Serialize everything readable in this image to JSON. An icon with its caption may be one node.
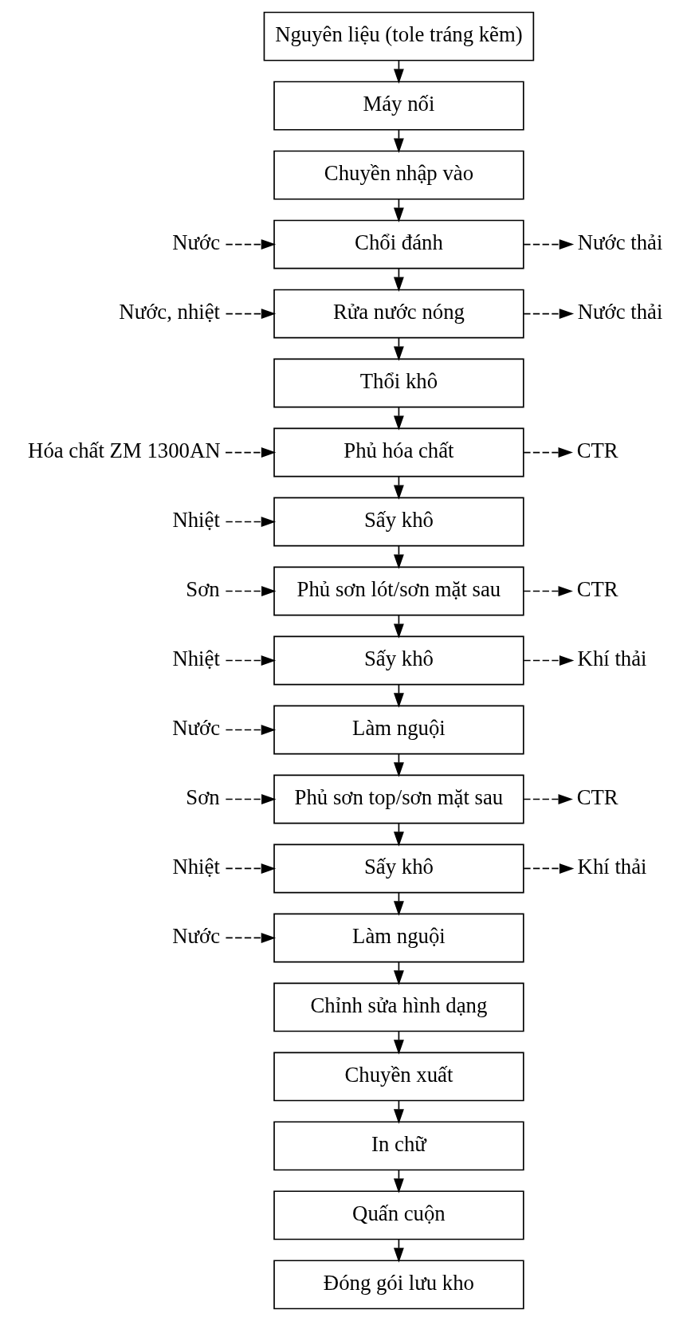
{
  "diagram": {
    "nodes": [
      {
        "text": [
          "Nguyên liệu (tole tráng kẽm)"
        ]
      },
      {
        "text": [
          "Máy nối"
        ]
      },
      {
        "text": [
          "Chuyền nhập vào"
        ]
      },
      {
        "text": [
          "Chổi đánh"
        ]
      },
      {
        "text": [
          "Rửa nước nóng"
        ]
      },
      {
        "text": [
          "Thổi khô"
        ]
      },
      {
        "text": [
          "Phủ hóa chất"
        ]
      },
      {
        "text": [
          "Sấy khô"
        ]
      },
      {
        "text": [
          "Phủ sơn lót/sơn mặt sau"
        ]
      },
      {
        "text": [
          "Sấy khô"
        ]
      },
      {
        "text": [
          "Làm nguội"
        ]
      },
      {
        "text": [
          "Phủ sơn top/sơn mặt sau"
        ]
      },
      {
        "text": [
          "Sấy khô"
        ]
      },
      {
        "text": [
          "Làm nguội"
        ]
      },
      {
        "text": [
          "Chỉnh sửa hình dạng"
        ]
      },
      {
        "text": [
          "Chuyền xuất"
        ]
      },
      {
        "text": [
          "In chữ"
        ]
      },
      {
        "text": [
          "Quấn cuộn"
        ]
      },
      {
        "text": [
          "Đóng gói lưu kho"
        ]
      },
      {
        "text": [
          "Nước"
        ]
      },
      {
        "text": [
          "Nước thải"
        ]
      },
      {
        "text": [
          "Nước, nhiệt"
        ]
      },
      {
        "text": [
          "Nước thải"
        ]
      },
      {
        "text": [
          "Hóa chất ZM 1300AN"
        ]
      },
      {
        "text": [
          "CTR"
        ]
      },
      {
        "text": [
          "Nhiệt"
        ]
      },
      {
        "text": [
          "Sơn"
        ]
      },
      {
        "text": [
          "CTR"
        ]
      },
      {
        "text": [
          "Nhiệt"
        ]
      },
      {
        "text": [
          "Khí thải"
        ]
      },
      {
        "text": [
          "Nước"
        ]
      },
      {
        "text": [
          "Sơn"
        ]
      },
      {
        "text": [
          "CTR"
        ]
      },
      {
        "text": [
          "Nhiệt"
        ]
      },
      {
        "text": [
          "Khí thải"
        ]
      },
      {
        "text": [
          "Nước"
        ]
      }
    ],
    "edges": [
      {
        "from": 0,
        "to": 1,
        "arrow": "to"
      },
      {
        "from": 1,
        "to": 2,
        "arrow": "to"
      },
      {
        "from": 2,
        "to": 3,
        "arrow": "to"
      },
      {
        "from": 3,
        "to": 4,
        "arrow": "to"
      },
      {
        "from": 4,
        "to": 5,
        "arrow": "to"
      },
      {
        "from": 5,
        "to": 6,
        "arrow": "to"
      },
      {
        "from": 6,
        "to": 7,
        "arrow": "to"
      },
      {
        "from": 7,
        "to": 8,
        "arrow": "to"
      },
      {
        "from": 8,
        "to": 9,
        "arrow": "to"
      },
      {
        "from": 9,
        "to": 10,
        "arrow": "to"
      },
      {
        "from": 10,
        "to": 11,
        "arrow": "to"
      },
      {
        "from": 11,
        "to": 12,
        "arrow": "to"
      },
      {
        "from": 12,
        "to": 13,
        "arrow": "to"
      },
      {
        "from": 13,
        "to": 14,
        "arrow": "to"
      },
      {
        "from": 14,
        "to": 15,
        "arrow": "to"
      },
      {
        "from": 15,
        "to": 16,
        "arrow": "to"
      },
      {
        "from": 16,
        "to": 17,
        "arrow": "to"
      },
      {
        "from": 17,
        "to": 18,
        "arrow": "to"
      },
      {
        "from": 19,
        "to": 3,
        "arrow": "to",
        "style": "dashed"
      },
      {
        "from": 3,
        "to": 20,
        "arrow": "to",
        "style": "dashed"
      },
      {
        "from": 21,
        "to": 4,
        "arrow": "to",
        "style": "dashed"
      },
      {
        "from": 4,
        "to": 22,
        "arrow": "to",
        "style": "dashed"
      },
      {
        "from": 23,
        "to": 6,
        "arrow": "to",
        "style": "dashed"
      },
      {
        "from": 6,
        "to": 24,
        "arrow": "to",
        "style": "dashed"
      },
      {
        "from": 25,
        "to": 7,
        "arrow": "to",
        "style": "dashed"
      },
      {
        "from": 26,
        "to": 8,
        "arrow": "to",
        "style": "dashed"
      },
      {
        "from": 8,
        "to": 27,
        "arrow": "to",
        "style": "dashed"
      },
      {
        "from": 28,
        "to": 9,
        "arrow": "to",
        "style": "dashed"
      },
      {
        "from": 9,
        "to": 29,
        "arrow": "to",
        "style": "dashed"
      },
      {
        "from": 30,
        "to": 10,
        "arrow": "to",
        "style": "dashed"
      },
      {
        "from": 31,
        "to": 11,
        "arrow": "to",
        "style": "dashed"
      },
      {
        "from": 11,
        "to": 32,
        "arrow": "to",
        "style": "dashed"
      },
      {
        "from": 33,
        "to": 12,
        "arrow": "to",
        "style": "dashed"
      },
      {
        "from": 12,
        "to": 34,
        "arrow": "to",
        "style": "dashed"
      },
      {
        "from": 35,
        "to": 13,
        "arrow": "to",
        "style": "dashed"
      }
    ]
  }
}
